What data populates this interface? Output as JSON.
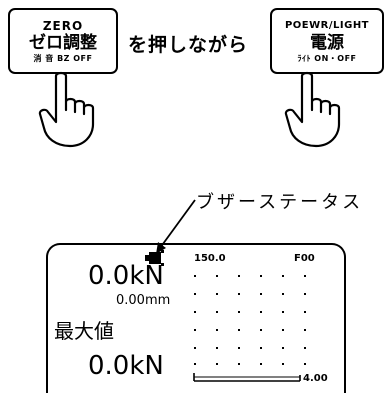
{
  "left_key": {
    "line1": "ZERO",
    "line2": "ゼロ調整",
    "line3": "消 音 BZ OFF"
  },
  "middle_text": "を押しながら",
  "right_key": {
    "line1": "POEWR/LIGHT",
    "line2": "電源",
    "line3": "ﾗｲﾄ ON・OFF"
  },
  "callout": "ブザーステータス",
  "display": {
    "load_value": "0.0kN",
    "displacement_value": "0.00mm",
    "max_label": "最大値",
    "max_value": "0.0kN",
    "graph_y_max": "150.0",
    "graph_code": "F00",
    "graph_x_max": "4.00"
  },
  "icons": {
    "buzzer": "buzzer-icon",
    "hand": "pointing-hand-icon"
  }
}
